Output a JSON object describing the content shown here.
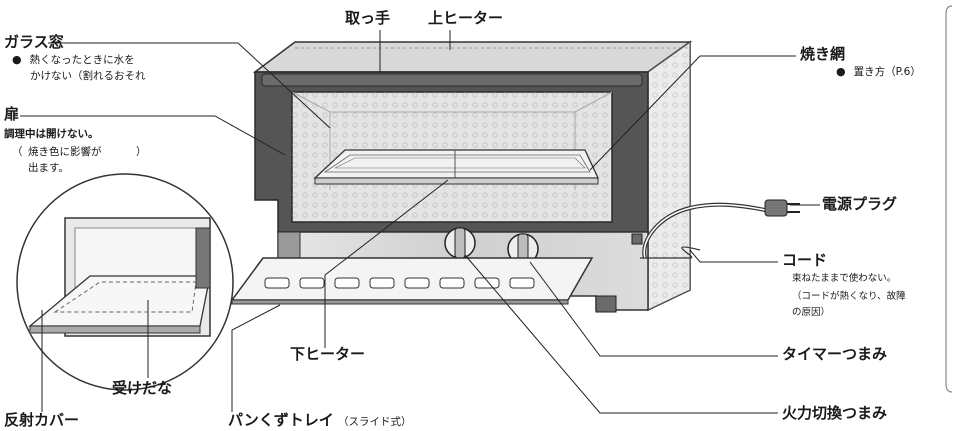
{
  "labels": {
    "glass_window": "ガラス窓",
    "glass_note_1": "熱くなったときに水を",
    "glass_note_2": "かけない（割れるおそれ",
    "handle": "取っ手",
    "upper_heater": "上ヒーター",
    "grill": "焼き網",
    "grill_note": "置き方（P.6）",
    "door": "扉",
    "door_note_1": "調理中は開けない。",
    "door_note_2": "焼き色に影響が",
    "door_note_3": "出ます。",
    "power_plug": "電源プラグ",
    "cord": "コード",
    "cord_note_1": "束ねたままで使わない。",
    "cord_note_2": "（コードが熱くなり、故障",
    "cord_note_3": "の原因）",
    "lower_heater": "下ヒーター",
    "drip_tray": "受けだな",
    "timer_knob": "タイマーつまみ",
    "reflector_cover": "反射カバー",
    "crumb_tray": "パンくずトレイ",
    "crumb_tray_note": "（スライド式）",
    "power_switch_knob": "火力切換つまみ"
  }
}
